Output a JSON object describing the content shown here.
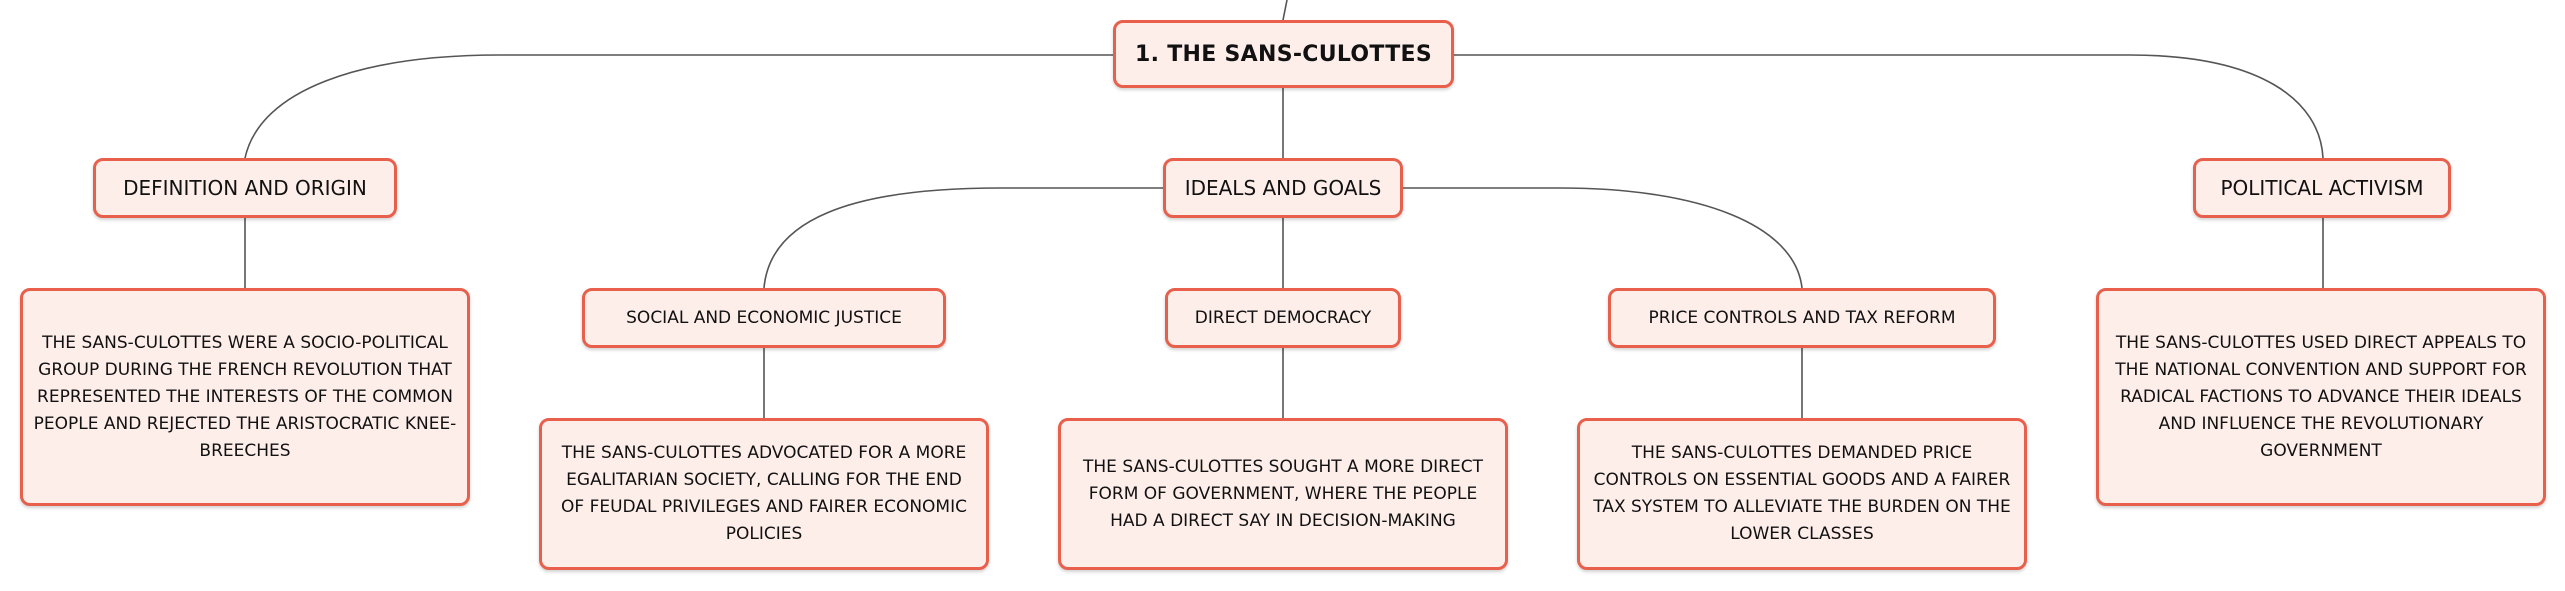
{
  "mindmap": {
    "root": "1. THE SANS-CULOTTES",
    "branches": [
      {
        "label": "DEFINITION AND ORIGIN",
        "detail": "THE SANS-CULOTTES WERE A SOCIO-POLITICAL GROUP DURING THE FRENCH REVOLUTION THAT REPRESENTED THE INTERESTS OF THE COMMON PEOPLE AND REJECTED THE ARISTOCRATIC KNEE-BREECHES"
      },
      {
        "label": "IDEALS AND GOALS",
        "children": [
          {
            "label": "SOCIAL AND ECONOMIC JUSTICE",
            "detail": "THE SANS-CULOTTES ADVOCATED FOR A MORE EGALITARIAN SOCIETY, CALLING FOR THE END OF FEUDAL PRIVILEGES AND FAIRER ECONOMIC POLICIES"
          },
          {
            "label": "DIRECT DEMOCRACY",
            "detail": "THE SANS-CULOTTES SOUGHT A MORE DIRECT FORM OF GOVERNMENT, WHERE THE PEOPLE HAD A DIRECT SAY IN DECISION-MAKING"
          },
          {
            "label": "PRICE CONTROLS AND TAX REFORM",
            "detail": "THE SANS-CULOTTES DEMANDED PRICE CONTROLS ON ESSENTIAL GOODS AND A FAIRER TAX SYSTEM TO ALLEVIATE THE BURDEN ON THE LOWER CLASSES"
          }
        ]
      },
      {
        "label": "POLITICAL ACTIVISM",
        "detail": "THE SANS-CULOTTES USED DIRECT APPEALS TO THE NATIONAL CONVENTION AND SUPPORT FOR RADICAL FACTIONS TO ADVANCE THEIR IDEALS AND INFLUENCE THE REVOLUTIONARY GOVERNMENT"
      }
    ]
  },
  "colors": {
    "node_border": "#e8604c",
    "node_fill": "#fdeeea",
    "connector": "#555555",
    "text": "#111111"
  }
}
